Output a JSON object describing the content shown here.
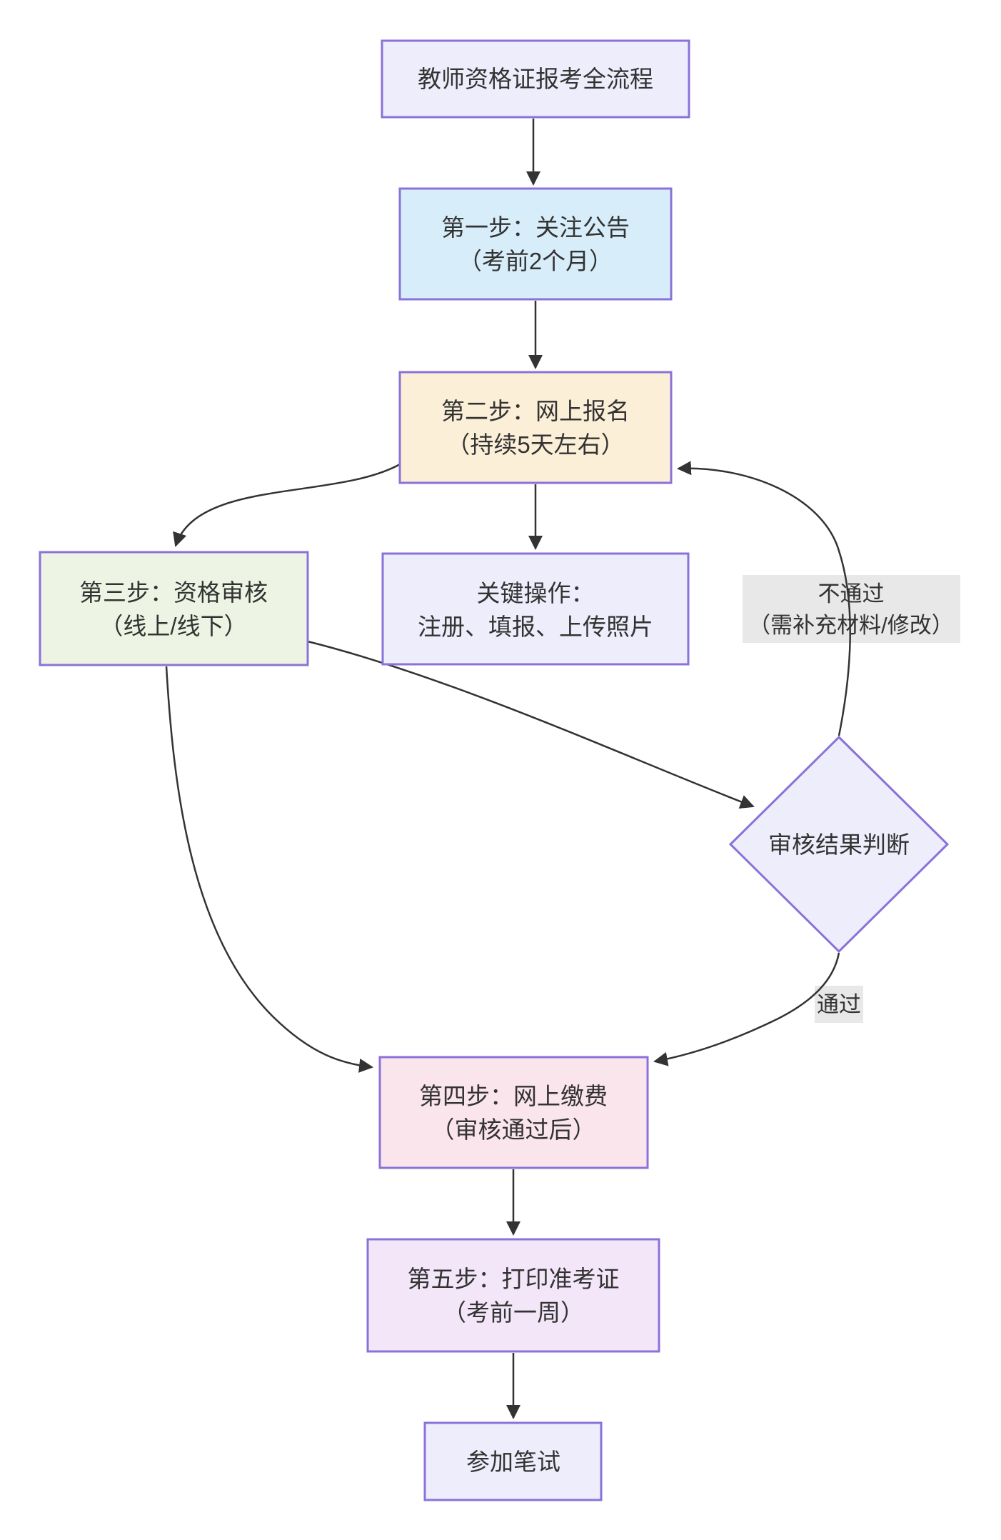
{
  "diagram": {
    "title": "教师资格证报考全流程",
    "theme": {
      "node_border": "#8b72d8",
      "arrow_color": "#333333",
      "text_color": "#333333",
      "edge_label_bg": "#e8e8e8",
      "lavender_fill": "#ededfb",
      "blue_fill": "#d7eefa",
      "peach_fill": "#fcefd8",
      "green_fill": "#eef4e4",
      "pink_fill": "#fbe5ed",
      "lilac_fill": "#f3e6f8"
    },
    "nodes": {
      "title": {
        "lines": [
          "教师资格证报考全流程"
        ],
        "fill": "#ededfb"
      },
      "step1": {
        "lines": [
          "第一步：关注公告",
          "（考前2个月）"
        ],
        "fill": "#d7eefa"
      },
      "step2": {
        "lines": [
          "第二步：网上报名",
          "（持续5天左右）"
        ],
        "fill": "#fcefd8"
      },
      "step3": {
        "lines": [
          "第三步：资格审核",
          "（线上/线下）"
        ],
        "fill": "#eef4e4"
      },
      "key_ops": {
        "lines": [
          "关键操作：",
          "注册、填报、上传照片"
        ],
        "fill": "#ededfb"
      },
      "decision": {
        "lines": [
          "审核结果判断"
        ],
        "fill": "#ededfb"
      },
      "step4": {
        "lines": [
          "第四步：网上缴费",
          "（审核通过后）"
        ],
        "fill": "#fbe5ed"
      },
      "step5": {
        "lines": [
          "第五步：打印准考证",
          "（考前一周）"
        ],
        "fill": "#f3e6f8"
      },
      "final": {
        "lines": [
          "参加笔试"
        ],
        "fill": "#ededfb"
      }
    },
    "edge_labels": {
      "fail": {
        "lines": [
          "不通过",
          "（需补充材料/修改）"
        ]
      },
      "pass": {
        "lines": [
          "通过"
        ]
      }
    }
  }
}
